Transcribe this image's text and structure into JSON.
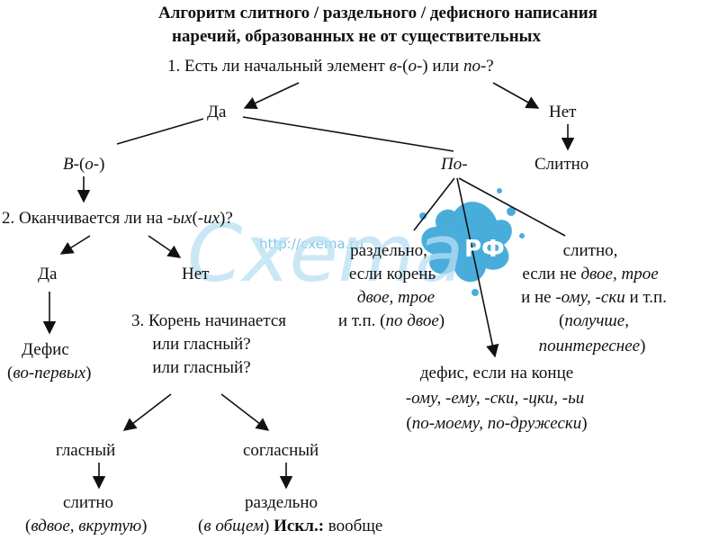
{
  "title": {
    "line1": "Алгоритм слитного / раздельного / дефисного написания",
    "line2": "наречий, образованных не от существительных"
  },
  "q1": {
    "pre": "1. Есть ли начальный элемент ",
    "v": "в-",
    "op": "(",
    "o": "о-",
    "cp": ")",
    "mid": " или ",
    "po": "по-",
    "end": "?"
  },
  "yes_top": "Да",
  "no_top": "Нет",
  "fused_top": "Слитно",
  "branch_v": {
    "v": "В-",
    "op": "(",
    "o": "о-",
    "cp": ")"
  },
  "branch_po": "По-",
  "q2": {
    "pre": "2. Оканчивается ли на ",
    "a": "-ых",
    "op": "(",
    "b": "-их",
    "cp": ")",
    "end": "?"
  },
  "q2_yes": "Да",
  "q2_no": "Нет",
  "hyphen": "Дефис",
  "hyphen_ex": {
    "op": "(",
    "ex": "во-первых",
    "cp": ")"
  },
  "q3": {
    "line1": "3. Корень начинается",
    "line2": "или гласный?",
    "line3": "или гласный?"
  },
  "vowel": "гласный",
  "consonant": "согласный",
  "vowel_result": "слитно",
  "vowel_ex": {
    "op": "(",
    "ex": "вдвое, вкрутую",
    "cp": ")"
  },
  "cons_result": "раздельно",
  "cons_ex": {
    "op": "(",
    "ex": "в общем",
    "cp": ")",
    "excl_label": "Искл.:",
    "excl": " вообще"
  },
  "po_separate": {
    "line1": "раздельно,",
    "line2": "если корень",
    "line3": "двое, трое",
    "line4_pre": "и т.п. (",
    "line4_ex": "по двое",
    "line4_post": ")"
  },
  "po_fused": {
    "line1": "слитно,",
    "line2_pre": "если не ",
    "line2_ex": "двое, трое",
    "line3_pre": "и не ",
    "line3_ex": "-ому, -ски",
    "line3_post": " и т.п.",
    "line4_op": "(",
    "line4_ex": "получше,",
    "line5_ex": "поинтереснее",
    "line5_cp": ")"
  },
  "po_hyphen": {
    "line1": "дефис, если на конце",
    "line2": "-ому, -ему, -ски, -цки, -ьи",
    "line3_op": "(",
    "line3_ex": "по-моему, по-дружески",
    "line3_cp": ")"
  },
  "watermark": {
    "url": "http://cxema.ru",
    "logo": "Cxema",
    "tld": "РФ",
    "splash_color": "#2a9fd6",
    "text_color": "#7fc3e8"
  }
}
